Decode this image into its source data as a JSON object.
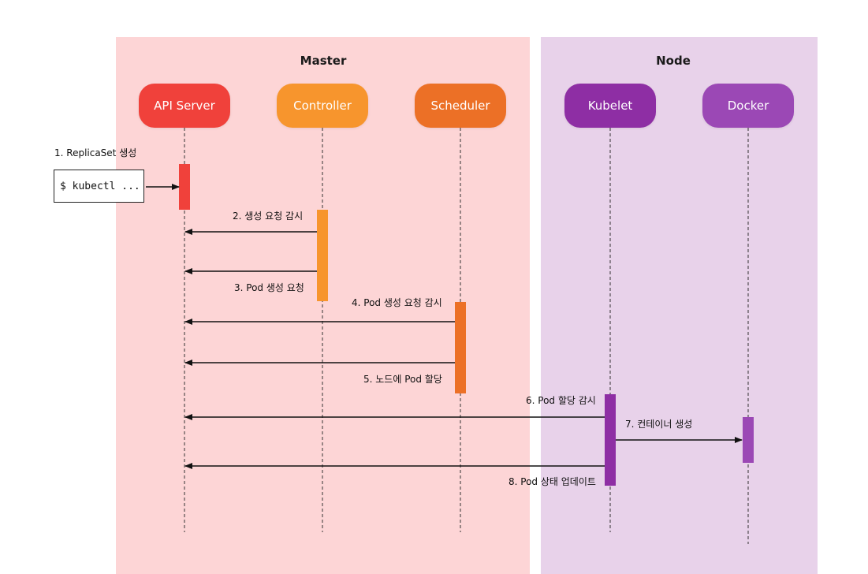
{
  "regions": {
    "master": "Master",
    "node": "Node"
  },
  "actors": [
    {
      "id": "api",
      "label": "API Server",
      "color": "#f0413b"
    },
    {
      "id": "controller",
      "label": "Controller",
      "color": "#f7952d"
    },
    {
      "id": "scheduler",
      "label": "Scheduler",
      "color": "#ec7026"
    },
    {
      "id": "kubelet",
      "label": "Kubelet",
      "color": "#8e2ea4"
    },
    {
      "id": "docker",
      "label": "Docker",
      "color": "#9b48b5"
    }
  ],
  "terminal": {
    "command": "$ kubectl ..."
  },
  "messages": [
    {
      "label": "1. ReplicaSet 생성"
    },
    {
      "label": "2. 생성 요청 감시"
    },
    {
      "label": "3. Pod 생성 요청"
    },
    {
      "label": "4. Pod 생성 요청 감시"
    },
    {
      "label": "5. 노드에 Pod 할당"
    },
    {
      "label": "6. Pod 할당 감시"
    },
    {
      "label": "7. 컨테이너 생성"
    },
    {
      "label": "8. Pod 상태 업데이트"
    }
  ]
}
